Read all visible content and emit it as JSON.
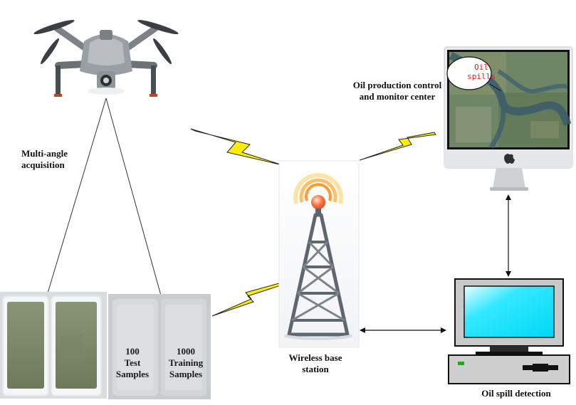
{
  "labels": {
    "acquisition_line1": "Multi-angle",
    "acquisition_line2": "acquisition",
    "control_line1": "Oil production control",
    "control_line2": "and monitor center",
    "oil_spills_line1": "Oil",
    "oil_spills_line2": "spills",
    "base_station_line1": "Wireless base",
    "base_station_line2": "station",
    "detection": "Oil spill detection",
    "test_count": "100",
    "test_line1": "Test",
    "test_line2": "Samples",
    "train_count": "1000",
    "train_line1": "Training",
    "train_line2": "Samples"
  },
  "colors": {
    "lightning": "#ffee00",
    "callout_text": "#e02020",
    "screen_cyan": "#00e5ff",
    "tower_signal": "#ff9a2e"
  },
  "icons": [
    "drone-icon",
    "imac-icon",
    "tower-icon",
    "lightning-icon",
    "desktop-computer-icon"
  ]
}
